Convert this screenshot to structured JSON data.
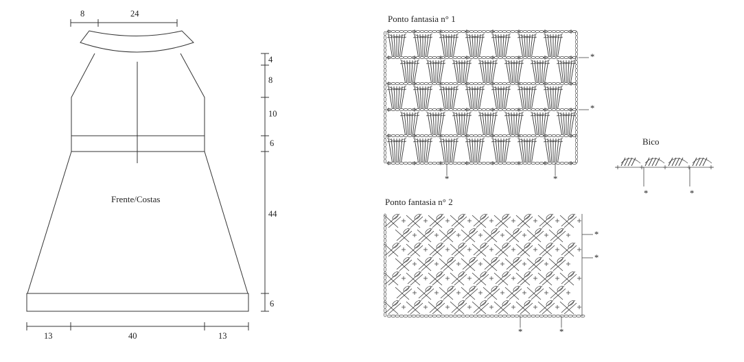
{
  "schematic": {
    "label": "Frente/Costas",
    "top_dims": [
      "8",
      "24"
    ],
    "side_dims": [
      "4",
      "8",
      "10",
      "6",
      "44",
      "6"
    ],
    "bottom_dims": [
      "13",
      "40",
      "13"
    ]
  },
  "charts": {
    "pattern1_title": "Ponto fantasia n° 1",
    "pattern2_title": "Ponto fantasia n° 2",
    "bico_title": "Bico",
    "repeat_mark": "*"
  }
}
